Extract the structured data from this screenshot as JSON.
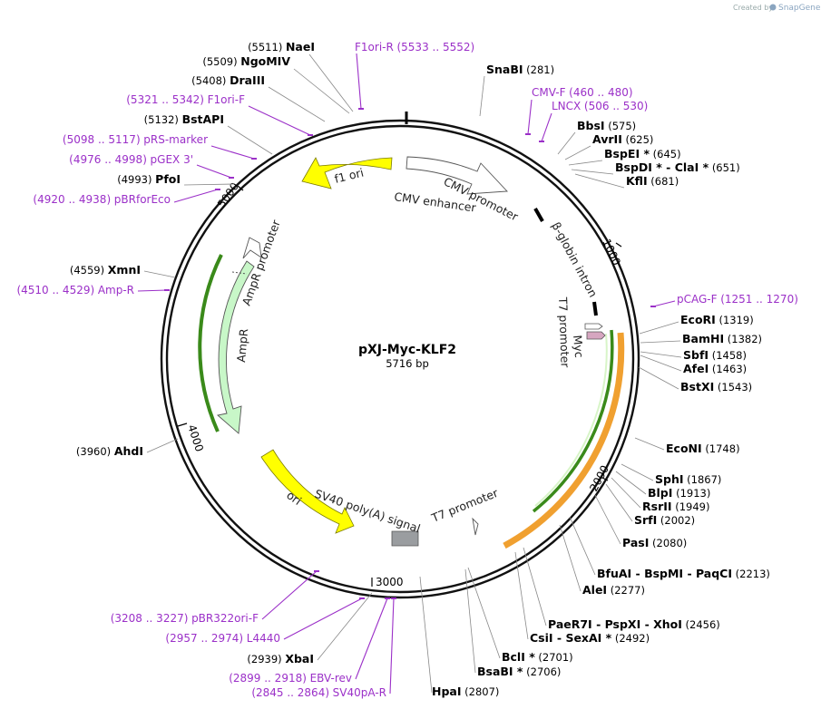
{
  "header": {
    "credit_prefix": "Created by",
    "credit_brand": "SnapGene"
  },
  "plasmid": {
    "name": "pXJ-Myc-KLF2",
    "length": "5716 bp"
  },
  "ticks": [
    "1000",
    "2000",
    "3000",
    "4000",
    "5000"
  ],
  "features": {
    "f1_ori": "f1 ori",
    "cmv_enhancer": "CMV enhancer",
    "cmv_promoter": "CMV promoter",
    "beta_globin_intron": "β-globin intron",
    "t7_promoter_right": "T7 promoter",
    "myc": "Myc",
    "ampr_promoter": "AmpR promoter",
    "ampr": "AmpR",
    "ori": "ori",
    "sv40_polya": "SV40 poly(A) signal",
    "t7_promoter_bottom": "T7 promoter"
  },
  "labels": [
    {
      "id": "naei",
      "kind": "enzyme",
      "name": "NaeI",
      "pos": "(5511)"
    },
    {
      "id": "ngomiv",
      "kind": "enzyme",
      "name": "NgoMIV",
      "pos": "(5509)"
    },
    {
      "id": "draiii",
      "kind": "enzyme",
      "name": "DraIII",
      "pos": "(5408)"
    },
    {
      "id": "f1ori-f",
      "kind": "primer",
      "name": "F1ori-F",
      "pos": "(5321 .. 5342)"
    },
    {
      "id": "bstapi",
      "kind": "enzyme",
      "name": "BstAPI",
      "pos": "(5132)"
    },
    {
      "id": "prs-marker",
      "kind": "primer",
      "name": "pRS-marker",
      "pos": "(5098 .. 5117)"
    },
    {
      "id": "pgex3",
      "kind": "primer",
      "name": "pGEX 3'",
      "pos": "(4976 .. 4998)"
    },
    {
      "id": "pfoi",
      "kind": "enzyme",
      "name": "PfoI",
      "pos": "(4993)"
    },
    {
      "id": "pbrforeco",
      "kind": "primer",
      "name": "pBRforEco",
      "pos": "(4920 .. 4938)"
    },
    {
      "id": "f1ori-r",
      "kind": "primer",
      "name": "F1ori-R",
      "pos": "(5533 .. 5552)"
    },
    {
      "id": "snabi",
      "kind": "enzyme",
      "name": "SnaBI",
      "pos": "(281)"
    },
    {
      "id": "cmv-f",
      "kind": "primer",
      "name": "CMV-F",
      "pos": "(460 .. 480)"
    },
    {
      "id": "lncx",
      "kind": "primer",
      "name": "LNCX",
      "pos": "(506 .. 530)"
    },
    {
      "id": "bbsi",
      "kind": "enzyme",
      "name": "BbsI",
      "pos": "(575)"
    },
    {
      "id": "avrii",
      "kind": "enzyme",
      "name": "AvrII",
      "pos": "(625)"
    },
    {
      "id": "bspei",
      "kind": "enzyme",
      "name": "BspEI *",
      "pos": "(645)"
    },
    {
      "id": "bspdi",
      "kind": "enzyme",
      "name": "BspDI *  -  ClaI *",
      "pos": "(651)"
    },
    {
      "id": "kfli",
      "kind": "enzyme",
      "name": "KflI",
      "pos": "(681)"
    },
    {
      "id": "pcag-f",
      "kind": "primer",
      "name": "pCAG-F",
      "pos": "(1251 .. 1270)"
    },
    {
      "id": "ecori",
      "kind": "enzyme",
      "name": "EcoRI",
      "pos": "(1319)"
    },
    {
      "id": "bamhi",
      "kind": "enzyme",
      "name": "BamHI",
      "pos": "(1382)"
    },
    {
      "id": "sbfi",
      "kind": "enzyme",
      "name": "SbfI",
      "pos": "(1458)"
    },
    {
      "id": "afei",
      "kind": "enzyme",
      "name": "AfeI",
      "pos": "(1463)"
    },
    {
      "id": "bstxi",
      "kind": "enzyme",
      "name": "BstXI",
      "pos": "(1543)"
    },
    {
      "id": "xmni",
      "kind": "enzyme",
      "name": "XmnI",
      "pos": "(4559)"
    },
    {
      "id": "amp-r",
      "kind": "primer",
      "name": "Amp-R",
      "pos": "(4510 .. 4529)"
    },
    {
      "id": "ahdi",
      "kind": "enzyme",
      "name": "AhdI",
      "pos": "(3960)"
    },
    {
      "id": "econi",
      "kind": "enzyme",
      "name": "EcoNI",
      "pos": "(1748)"
    },
    {
      "id": "sphi",
      "kind": "enzyme",
      "name": "SphI",
      "pos": "(1867)"
    },
    {
      "id": "blpi",
      "kind": "enzyme",
      "name": "BlpI",
      "pos": "(1913)"
    },
    {
      "id": "rsrii",
      "kind": "enzyme",
      "name": "RsrII",
      "pos": "(1949)"
    },
    {
      "id": "srfi",
      "kind": "enzyme",
      "name": "SrfI",
      "pos": "(2002)"
    },
    {
      "id": "pasi",
      "kind": "enzyme",
      "name": "PasI",
      "pos": "(2080)"
    },
    {
      "id": "bfuai",
      "kind": "enzyme",
      "name": "BfuAI  -  BspMI  -  PaqCI",
      "pos": "(2213)"
    },
    {
      "id": "alei",
      "kind": "enzyme",
      "name": "AleI",
      "pos": "(2277)"
    },
    {
      "id": "paer7i",
      "kind": "enzyme",
      "name": "PaeR7I  -  PspXI  -  XhoI",
      "pos": "(2456)"
    },
    {
      "id": "csii",
      "kind": "enzyme",
      "name": "CsiI  -  SexAI *",
      "pos": "(2492)"
    },
    {
      "id": "bcli",
      "kind": "enzyme",
      "name": "BclI *",
      "pos": "(2701)"
    },
    {
      "id": "bsabi",
      "kind": "enzyme",
      "name": "BsaBI *",
      "pos": "(2706)"
    },
    {
      "id": "hpai",
      "kind": "enzyme",
      "name": "HpaI",
      "pos": "(2807)"
    },
    {
      "id": "pbr322ori-f",
      "kind": "primer",
      "name": "pBR322ori-F",
      "pos": "(3208 .. 3227)"
    },
    {
      "id": "l4440",
      "kind": "primer",
      "name": "L4440",
      "pos": "(2957 .. 2974)"
    },
    {
      "id": "xbai",
      "kind": "enzyme",
      "name": "XbaI",
      "pos": "(2939)"
    },
    {
      "id": "ebv-rev",
      "kind": "primer",
      "name": "EBV-rev",
      "pos": "(2899 .. 2918)"
    },
    {
      "id": "sv40pa-r",
      "kind": "primer",
      "name": "SV40pA-R",
      "pos": "(2845 .. 2864)"
    }
  ],
  "colors": {
    "primer": "#9b30c8",
    "enzyme": "#000000",
    "yellow": "#ffff00",
    "green_light": "#c8f7c8",
    "green_dark": "#3a8a1a",
    "orange": "#f0a030",
    "grey": "#9a9da0"
  }
}
